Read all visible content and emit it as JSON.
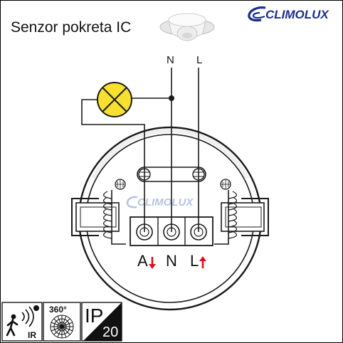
{
  "diagram": {
    "title": "Senzor pokreta IC",
    "brand": "CLIMOLUX",
    "watermark": "CLIMOLUX",
    "wire_labels": {
      "neutral": "N",
      "line": "L"
    },
    "terminals": [
      {
        "label": "A",
        "arrow": "down"
      },
      {
        "label": "N",
        "arrow": ""
      },
      {
        "label": "L",
        "arrow": "up"
      }
    ],
    "colors": {
      "lamp": "#f7e02e",
      "brand": "#1a2e8a",
      "arrow": "#d6121c"
    }
  },
  "badges": {
    "motion_ir": "IR",
    "coverage": "360°",
    "ip_label": "IP",
    "ip_rating": "20"
  }
}
